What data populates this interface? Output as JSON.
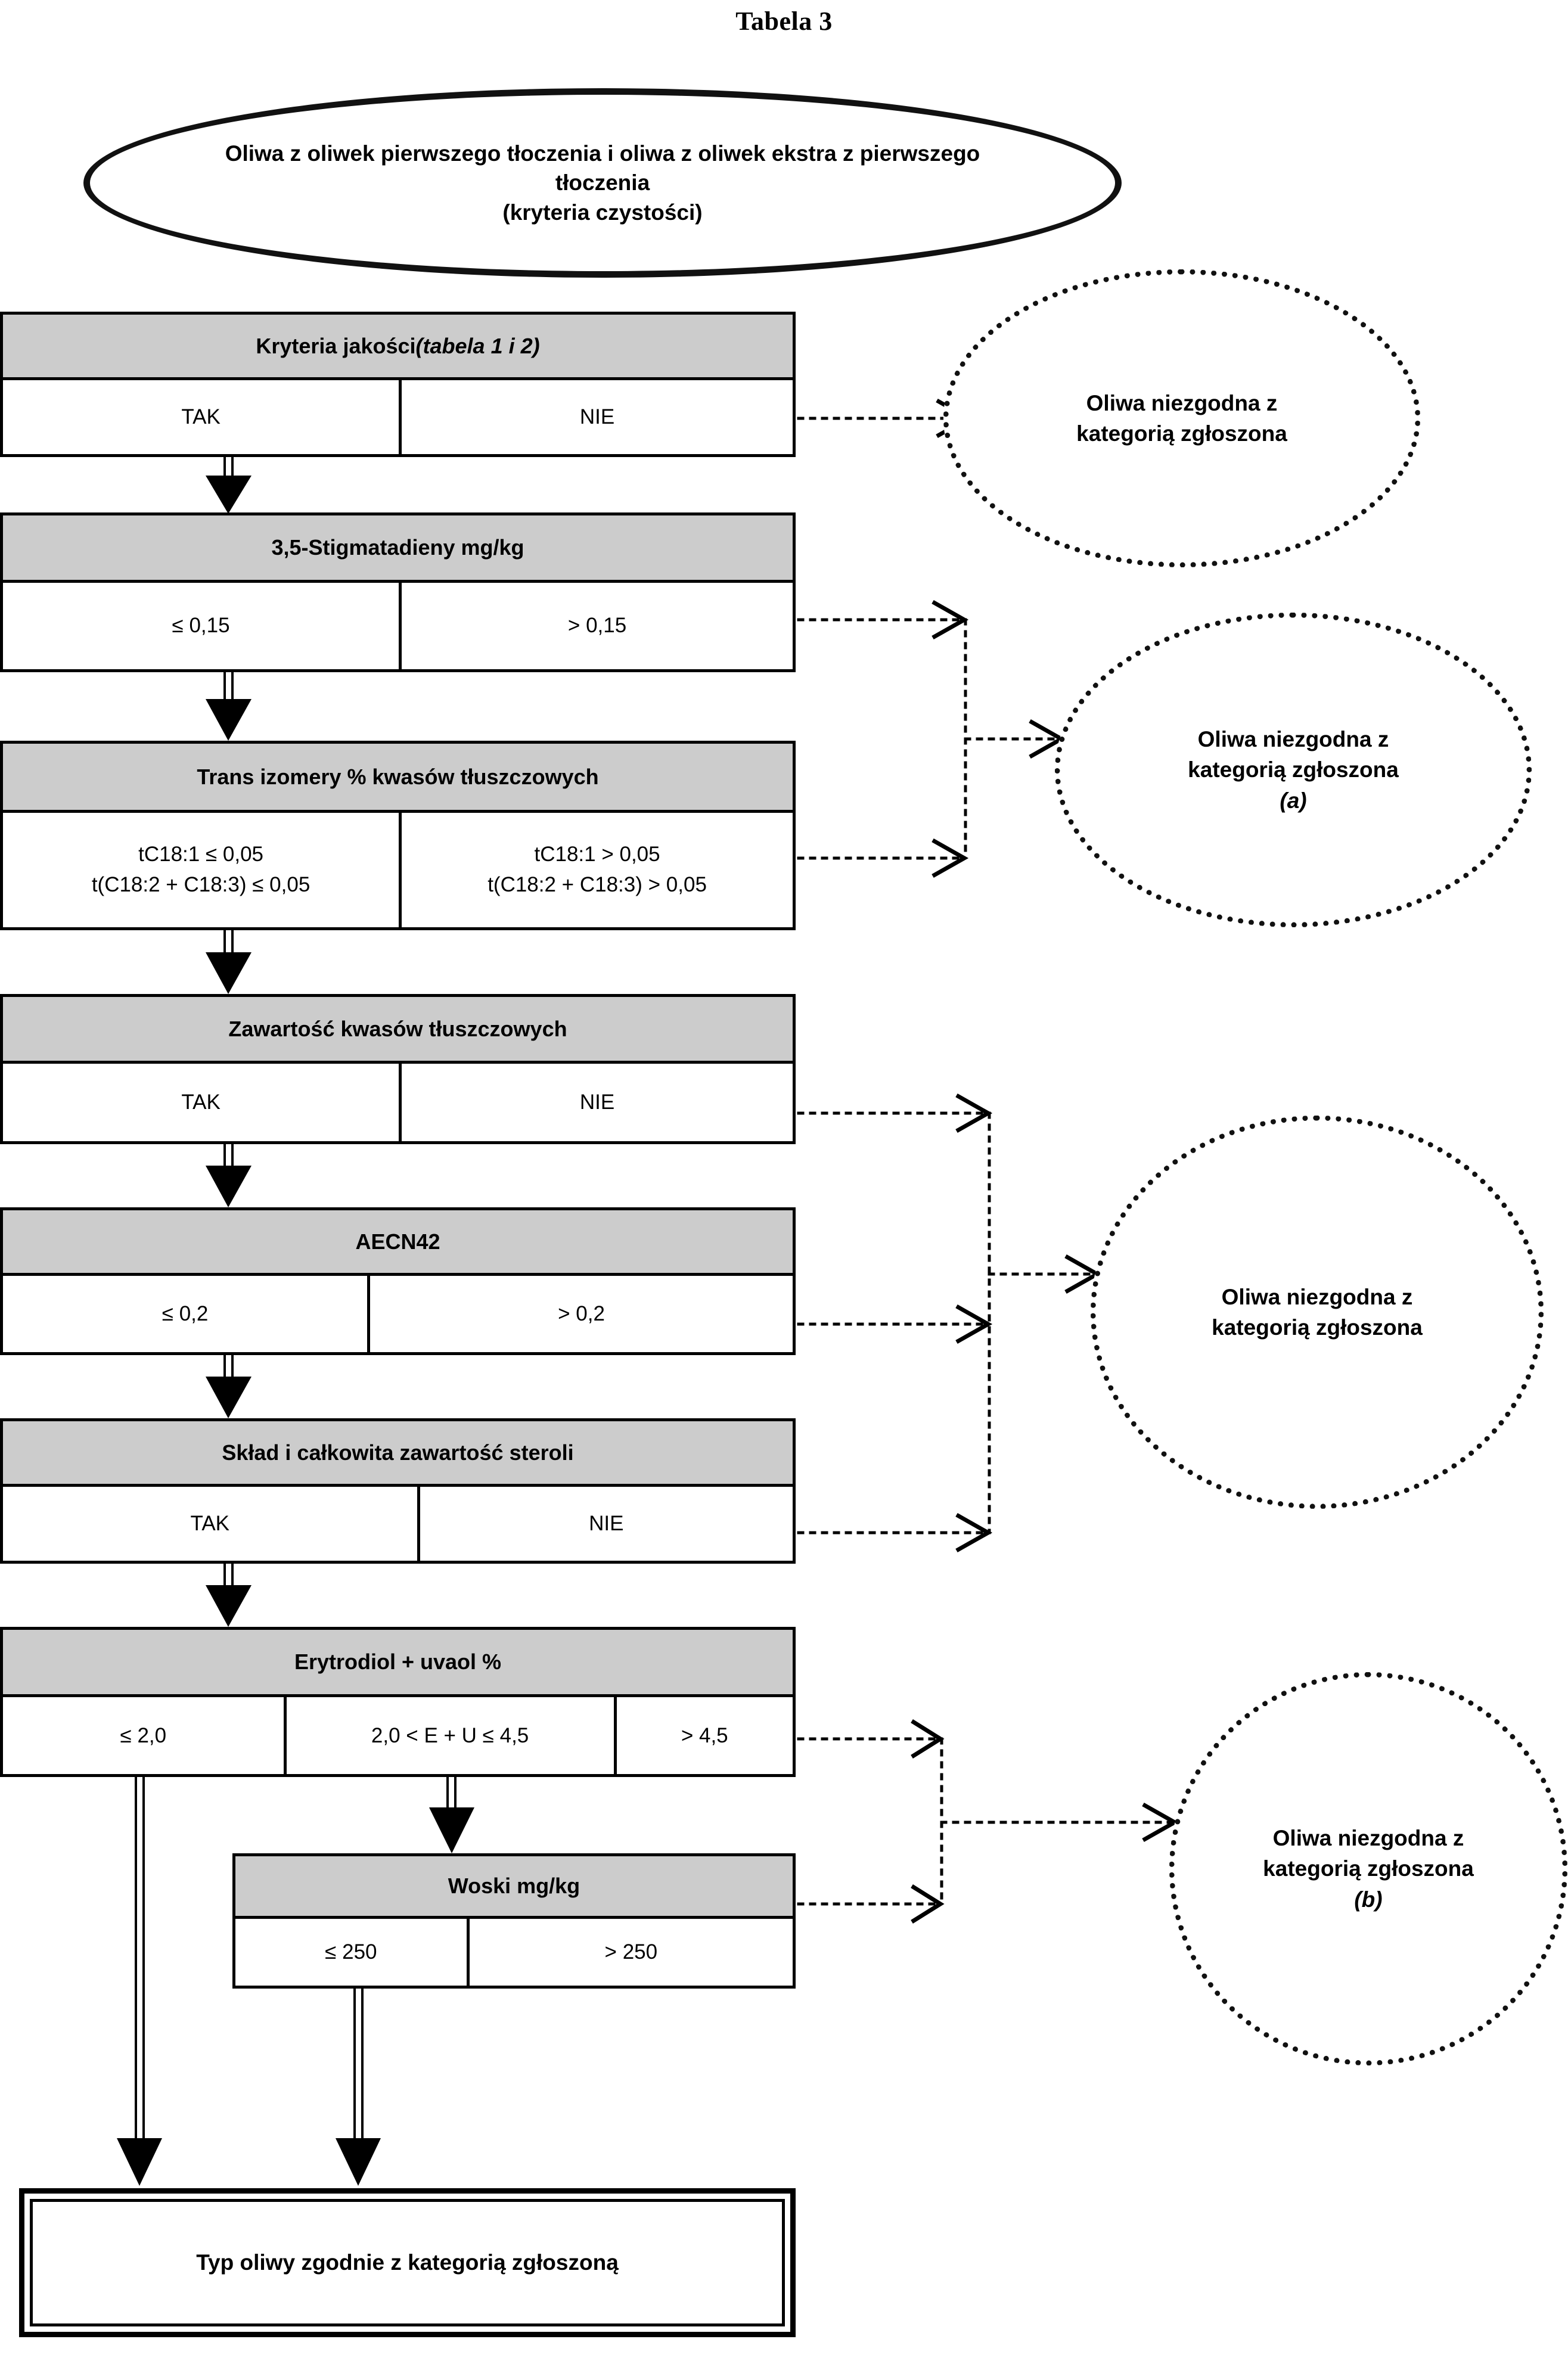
{
  "title": "Tabela 3",
  "colors": {
    "header_fill": "#cccccc",
    "line": "#000000",
    "background": "#ffffff"
  },
  "start_node": {
    "line1": "Oliwa z oliwek pierwszego tłoczenia i oliwa z oliwek ekstra z pierwszego",
    "line2": "tłoczenia",
    "line3": "(kryteria czystości)"
  },
  "decisions": [
    {
      "id": "kryteria-jakosci",
      "header": "Kryteria jakości ",
      "header_italic": "(tabela 1 i 2)",
      "cells": [
        "TAK",
        "NIE"
      ]
    },
    {
      "id": "stigmatadieny",
      "header": "3,5-Stigmatadieny mg/kg",
      "header_italic": "",
      "cells": [
        "≤ 0,15",
        "> 0,15"
      ]
    },
    {
      "id": "trans-izomery",
      "header": "Trans izomery % kwasów tłuszczowych",
      "header_italic": "",
      "cells_multiline": [
        [
          "tC18:1 ≤ 0,05",
          "t(C18:2 + C18:3) ≤ 0,05"
        ],
        [
          "tC18:1 > 0,05",
          "t(C18:2 + C18:3) > 0,05"
        ]
      ]
    },
    {
      "id": "zawartosc-kwasow",
      "header": "Zawartość kwasów tłuszczowych",
      "header_italic": "",
      "cells": [
        "TAK",
        "NIE"
      ]
    },
    {
      "id": "aecn42",
      "header": "AECN42",
      "header_italic": "",
      "cells": [
        "≤ 0,2",
        "> 0,2"
      ]
    },
    {
      "id": "sklad-steroli",
      "header": "Skład i całkowita zawartość steroli",
      "header_italic": "",
      "cells": [
        "TAK",
        "NIE"
      ]
    },
    {
      "id": "erytrodiol-uvaol",
      "header": "Erytrodiol + uvaol %",
      "header_italic": "",
      "cells": [
        "≤ 2,0",
        "2,0 < E + U ≤ 4,5",
        "> 4,5"
      ]
    },
    {
      "id": "woski",
      "header": "Woski mg/kg",
      "header_italic": "",
      "cells": [
        "≤ 250",
        "> 250"
      ]
    }
  ],
  "outcomes": [
    {
      "id": "outcome-1",
      "line1": "Oliwa niezgodna z",
      "line2": "kategorią zgłoszona",
      "note": ""
    },
    {
      "id": "outcome-2",
      "line1": "Oliwa niezgodna z",
      "line2": "kategorią zgłoszona",
      "note": "(a)"
    },
    {
      "id": "outcome-3",
      "line1": "Oliwa niezgodna z",
      "line2": "kategorią zgłoszona",
      "note": ""
    },
    {
      "id": "outcome-4",
      "line1": "Oliwa niezgodna z",
      "line2": "kategorią zgłoszona",
      "note": "(b)"
    }
  ],
  "terminal_node": {
    "label": "Typ oliwy zgodnie z kategorią zgłoszoną"
  }
}
